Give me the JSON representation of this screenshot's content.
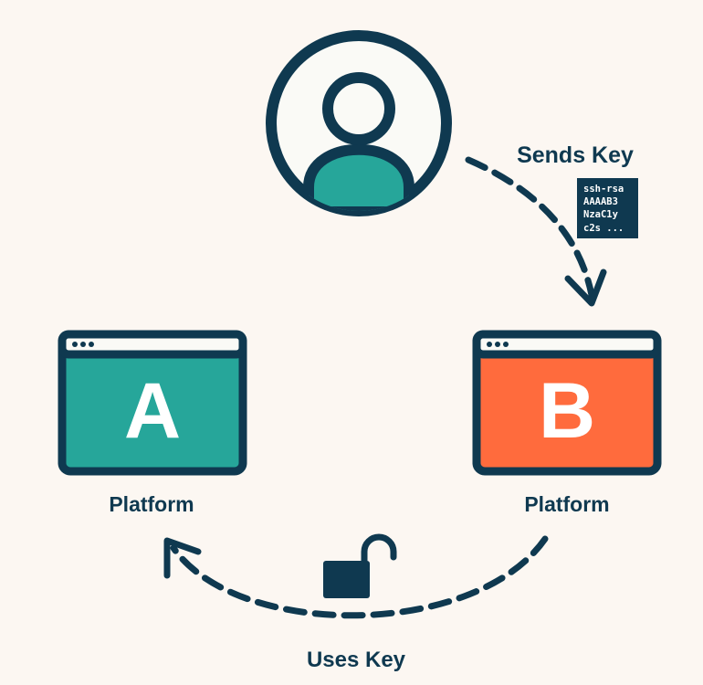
{
  "user": {
    "icon": "user-avatar-icon"
  },
  "send_step": {
    "label": "Sends Key",
    "key_snippet": [
      "ssh-rsa",
      "AAAAB3",
      "NzaC1y",
      "c2s ..."
    ]
  },
  "platforms": [
    {
      "letter": "A",
      "label": "Platform",
      "color": "#26a69a"
    },
    {
      "letter": "B",
      "label": "Platform",
      "color": "#ff6b3d"
    }
  ],
  "use_step": {
    "label": "Uses Key",
    "icon": "unlocked-padlock-icon"
  },
  "colors": {
    "outline": "#0f3950",
    "background": "#fcf7f2",
    "teal": "#26a69a",
    "orange": "#ff6b3d"
  }
}
